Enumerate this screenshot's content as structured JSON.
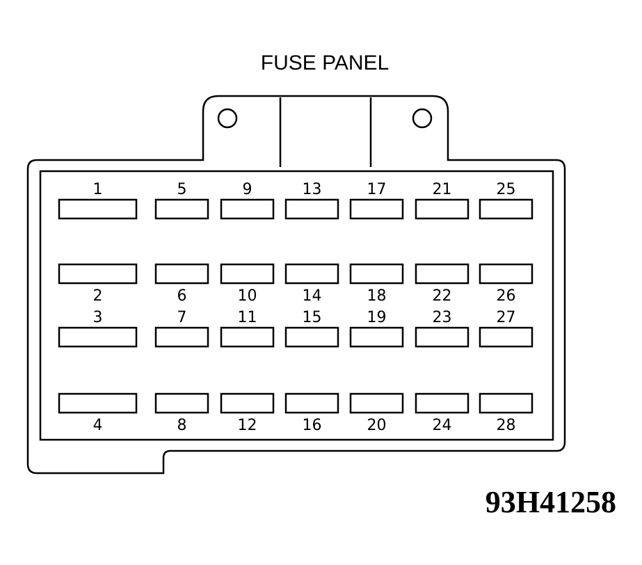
{
  "title": "FUSE PANEL",
  "figure_code": "93H41258",
  "fuse_rows": [
    {
      "label_position": "above",
      "fuses": [
        "1",
        "5",
        "9",
        "13",
        "17",
        "21",
        "25"
      ]
    },
    {
      "label_position": "below",
      "fuses": [
        "2",
        "6",
        "10",
        "14",
        "18",
        "22",
        "26"
      ]
    },
    {
      "label_position": "above",
      "fuses": [
        "3",
        "7",
        "11",
        "15",
        "19",
        "23",
        "27"
      ]
    },
    {
      "label_position": "below",
      "fuses": [
        "4",
        "8",
        "12",
        "16",
        "20",
        "24",
        "28"
      ]
    }
  ],
  "colors": {
    "line": "#000000",
    "background": "#ffffff"
  }
}
